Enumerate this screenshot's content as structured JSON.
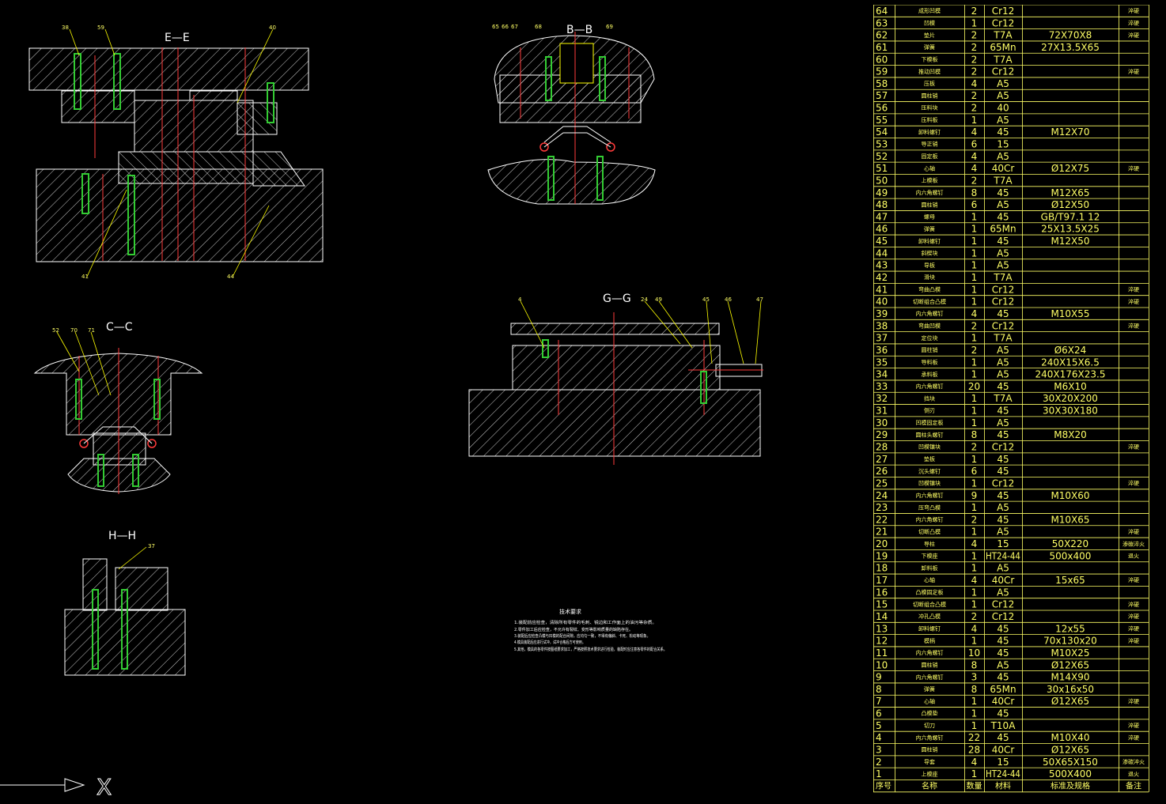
{
  "views": {
    "ee": {
      "title": "E—E",
      "callouts": [
        "38",
        "59",
        "40",
        "41",
        "44"
      ]
    },
    "bb": {
      "title": "B—B",
      "callouts": [
        "65",
        "66",
        "67",
        "68",
        "69"
      ]
    },
    "cc": {
      "title": "C—C",
      "callouts": [
        "52",
        "70",
        "71"
      ]
    },
    "gg": {
      "title": "G—G",
      "callouts": [
        "4",
        "24",
        "49",
        "45",
        "46",
        "47"
      ]
    },
    "hh": {
      "title": "H—H",
      "callouts": [
        "37"
      ]
    }
  },
  "tech_requirements": {
    "title": "技术要求",
    "lines": [
      "1.装配前应检查，清除所有零件的毛刺、锐边和工作面上的油污等杂质。",
      "2.零件加工后应检查，不允许有裂纹、变形等影响质量的缺陷存在。",
      "3.装配后应检查凸模与凹模的配合间隙，应均匀一致，不得有偏斜、卡死、松动等现象。",
      "4.模具装配后应进行试冲，试冲合格后方可使用。",
      "5.其他，模具的各零件按图纸要求加工，严格按照技术要求进行检验，装配时应注意各零件的配合关系。"
    ]
  },
  "ucs": {
    "axis_label": "X"
  },
  "bom": {
    "header": [
      "序号",
      "名称",
      "数量",
      "材料",
      "标准及规格",
      "备注"
    ],
    "rows": [
      [
        "64",
        "成形凹模",
        "2",
        "Cr12",
        "",
        "淬硬"
      ],
      [
        "63",
        "凹模",
        "1",
        "Cr12",
        "",
        "淬硬"
      ],
      [
        "62",
        "垫片",
        "2",
        "T7A",
        "72X70X8",
        "淬硬"
      ],
      [
        "61",
        "弹簧",
        "2",
        "65Mn",
        "27X13.5X65",
        ""
      ],
      [
        "60",
        "下模板",
        "2",
        "T7A",
        "",
        ""
      ],
      [
        "59",
        "推动凹模",
        "2",
        "Cr12",
        "",
        "淬硬"
      ],
      [
        "58",
        "压板",
        "4",
        "A5",
        "",
        ""
      ],
      [
        "57",
        "圆柱销",
        "2",
        "A5",
        "",
        ""
      ],
      [
        "56",
        "压料块",
        "2",
        "40",
        "",
        ""
      ],
      [
        "55",
        "压料板",
        "1",
        "A5",
        "",
        ""
      ],
      [
        "54",
        "卸料螺钉",
        "4",
        "45",
        "M12X70",
        ""
      ],
      [
        "53",
        "导正销",
        "6",
        "15",
        "",
        ""
      ],
      [
        "52",
        "固定板",
        "4",
        "A5",
        "",
        ""
      ],
      [
        "51",
        "心轴",
        "4",
        "40Cr",
        "Ø12X75",
        "淬硬"
      ],
      [
        "50",
        "上模板",
        "2",
        "T7A",
        "",
        ""
      ],
      [
        "49",
        "内六角螺钉",
        "8",
        "45",
        "M12X65",
        ""
      ],
      [
        "48",
        "圆柱销",
        "6",
        "A5",
        "Ø12X50",
        ""
      ],
      [
        "47",
        "螺母",
        "1",
        "45",
        "GB/T97.1 12",
        ""
      ],
      [
        "46",
        "弹簧",
        "1",
        "65Mn",
        "25X13.5X25",
        ""
      ],
      [
        "45",
        "卸料螺钉",
        "1",
        "45",
        "M12X50",
        ""
      ],
      [
        "44",
        "斜楔块",
        "1",
        "A5",
        "",
        ""
      ],
      [
        "43",
        "导板",
        "1",
        "A5",
        "",
        ""
      ],
      [
        "42",
        "滑块",
        "1",
        "T7A",
        "",
        ""
      ],
      [
        "41",
        "弯曲凸模",
        "1",
        "Cr12",
        "",
        "淬硬"
      ],
      [
        "40",
        "切断组合凸模",
        "1",
        "Cr12",
        "",
        "淬硬"
      ],
      [
        "39",
        "内六角螺钉",
        "4",
        "45",
        "M10X55",
        ""
      ],
      [
        "38",
        "弯曲凹模",
        "2",
        "Cr12",
        "",
        "淬硬"
      ],
      [
        "37",
        "定位块",
        "1",
        "T7A",
        "",
        ""
      ],
      [
        "36",
        "圆柱销",
        "2",
        "A5",
        "Ø6X24",
        ""
      ],
      [
        "35",
        "导料板",
        "1",
        "A5",
        "240X15X6.5",
        ""
      ],
      [
        "34",
        "承料板",
        "1",
        "A5",
        "240X176X23.5",
        ""
      ],
      [
        "33",
        "内六角螺钉",
        "20",
        "45",
        "M6X10",
        ""
      ],
      [
        "32",
        "挡块",
        "1",
        "T7A",
        "30X20X200",
        ""
      ],
      [
        "31",
        "侧刃",
        "1",
        "45",
        "30X30X180",
        ""
      ],
      [
        "30",
        "凹模固定板",
        "1",
        "A5",
        "",
        ""
      ],
      [
        "29",
        "圆柱头螺钉",
        "8",
        "45",
        "M8X20",
        ""
      ],
      [
        "28",
        "凹模镶块",
        "2",
        "Cr12",
        "",
        "淬硬"
      ],
      [
        "27",
        "垫板",
        "1",
        "45",
        "",
        ""
      ],
      [
        "26",
        "沉头螺钉",
        "6",
        "45",
        "",
        ""
      ],
      [
        "25",
        "凹模镶块",
        "1",
        "Cr12",
        "",
        "淬硬"
      ],
      [
        "24",
        "内六角螺钉",
        "9",
        "45",
        "M10X60",
        ""
      ],
      [
        "23",
        "压弯凸模",
        "1",
        "A5",
        "",
        ""
      ],
      [
        "22",
        "内六角螺钉",
        "2",
        "45",
        "M10X65",
        ""
      ],
      [
        "21",
        "切断凸模",
        "1",
        "A5",
        "",
        "淬硬"
      ],
      [
        "20",
        "导柱",
        "4",
        "15",
        "50X220",
        "渗碳淬火"
      ],
      [
        "19",
        "下模座",
        "1",
        "HT24-44",
        "500x400",
        "退火"
      ],
      [
        "18",
        "卸料板",
        "1",
        "A5",
        "",
        ""
      ],
      [
        "17",
        "心轴",
        "4",
        "40Cr",
        "15x65",
        "淬硬"
      ],
      [
        "16",
        "凸模固定板",
        "1",
        "A5",
        "",
        ""
      ],
      [
        "15",
        "切断组合凸模",
        "1",
        "Cr12",
        "",
        "淬硬"
      ],
      [
        "14",
        "冲孔凸模",
        "2",
        "Cr12",
        "",
        "淬硬"
      ],
      [
        "13",
        "卸料螺钉",
        "4",
        "45",
        "12x55",
        "淬硬"
      ],
      [
        "12",
        "模柄",
        "1",
        "45",
        "70x130x20",
        "淬硬"
      ],
      [
        "11",
        "内六角螺钉",
        "10",
        "45",
        "M10X25",
        ""
      ],
      [
        "10",
        "圆柱销",
        "8",
        "A5",
        "Ø12X65",
        ""
      ],
      [
        "9",
        "内六角螺钉",
        "3",
        "45",
        "M14X90",
        ""
      ],
      [
        "8",
        "弹簧",
        "8",
        "65Mn",
        "30x16x50",
        ""
      ],
      [
        "7",
        "心轴",
        "1",
        "40Cr",
        "Ø12X65",
        "淬硬"
      ],
      [
        "6",
        "凸模垫",
        "1",
        "45",
        "",
        ""
      ],
      [
        "5",
        "切刀",
        "1",
        "T10A",
        "",
        "淬硬"
      ],
      [
        "4",
        "内六角螺钉",
        "22",
        "45",
        "M10X40",
        "淬硬"
      ],
      [
        "3",
        "圆柱销",
        "28",
        "40Cr",
        "Ø12X65",
        ""
      ],
      [
        "2",
        "导套",
        "4",
        "15",
        "50X65X150",
        "渗碳淬火"
      ],
      [
        "1",
        "上模座",
        "1",
        "HT24-44",
        "500X400",
        "退火"
      ]
    ]
  }
}
